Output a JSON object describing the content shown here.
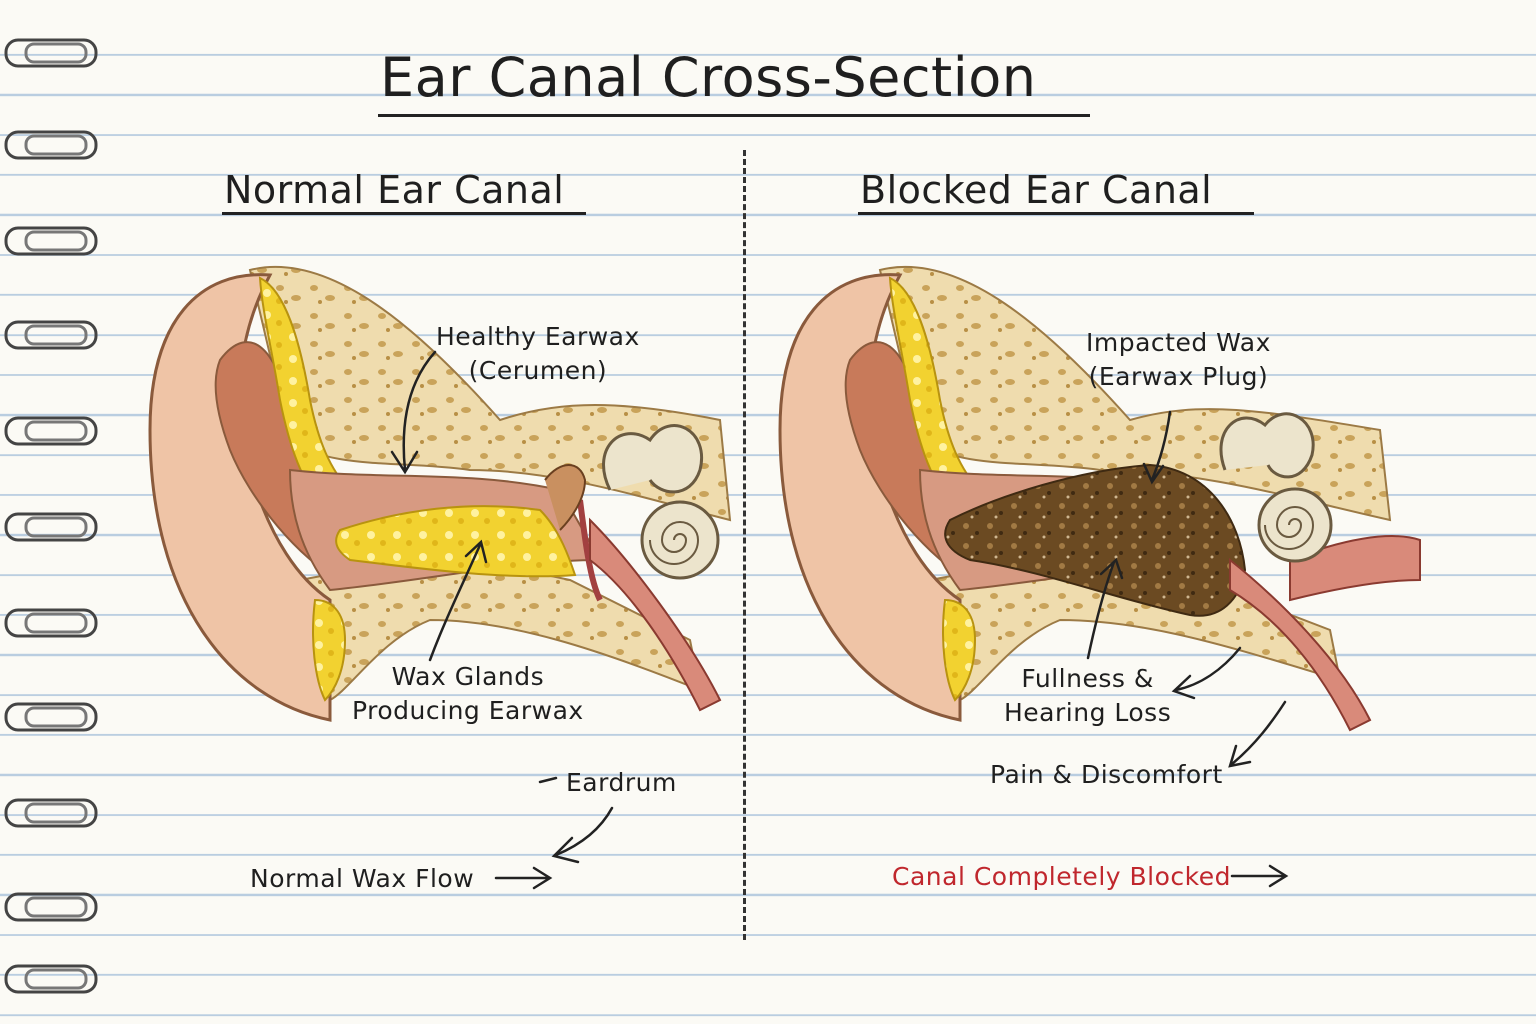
{
  "title": "Ear Canal Cross-Section",
  "normal": {
    "heading": "Normal Ear Canal",
    "label_healthy_line1": "Healthy Earwax",
    "label_healthy_line2": "(Cerumen)",
    "label_glands_line1": "Wax Glands",
    "label_glands_line2": "Producing Earwax",
    "label_eardrum": "Eardrum",
    "label_flow": "Normal Wax Flow"
  },
  "blocked": {
    "heading": "Blocked Ear Canal",
    "label_impacted_line1": "Impacted Wax",
    "label_impacted_line2": "(Earwax Plug)",
    "label_fullness_line1": "Fullness &",
    "label_fullness_line2": "Hearing Loss",
    "label_pain": "Pain & Discomfort",
    "label_blocked": "Canal Completely Blocked"
  },
  "colors": {
    "healthy_wax": "#f2d230",
    "impacted_wax": "#6b4a22",
    "skin": "#efc4a6",
    "bone": "#efdcae",
    "blocked_text": "#c0272d"
  }
}
